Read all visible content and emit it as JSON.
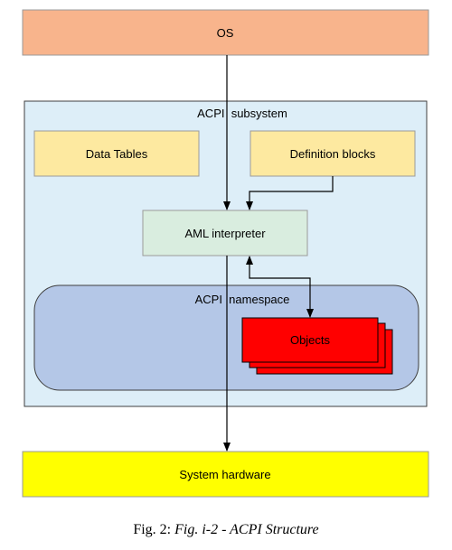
{
  "diagram": {
    "os_label": "OS",
    "subsystem_label": "ACPI  subsystem",
    "data_tables_label": "Data Tables",
    "definition_blocks_label": "Definition blocks",
    "aml_interpreter_label": "AML interpreter",
    "namespace_label": "ACPI  namespace",
    "objects_label": "Objects",
    "system_hardware_label": "System hardware"
  },
  "caption": {
    "prefix": "Fig. 2:",
    "title": "Fig. i-2 - ACPI Structure"
  },
  "colors": {
    "os_fill": "#F8B48C",
    "subsystem_fill": "#DDEEF8",
    "yellow_box_fill": "#FDE9A0",
    "aml_fill": "#D9EDDF",
    "namespace_fill": "#B4C7E7",
    "objects_fill": "#FF0000",
    "hardware_fill": "#FFFF00"
  }
}
